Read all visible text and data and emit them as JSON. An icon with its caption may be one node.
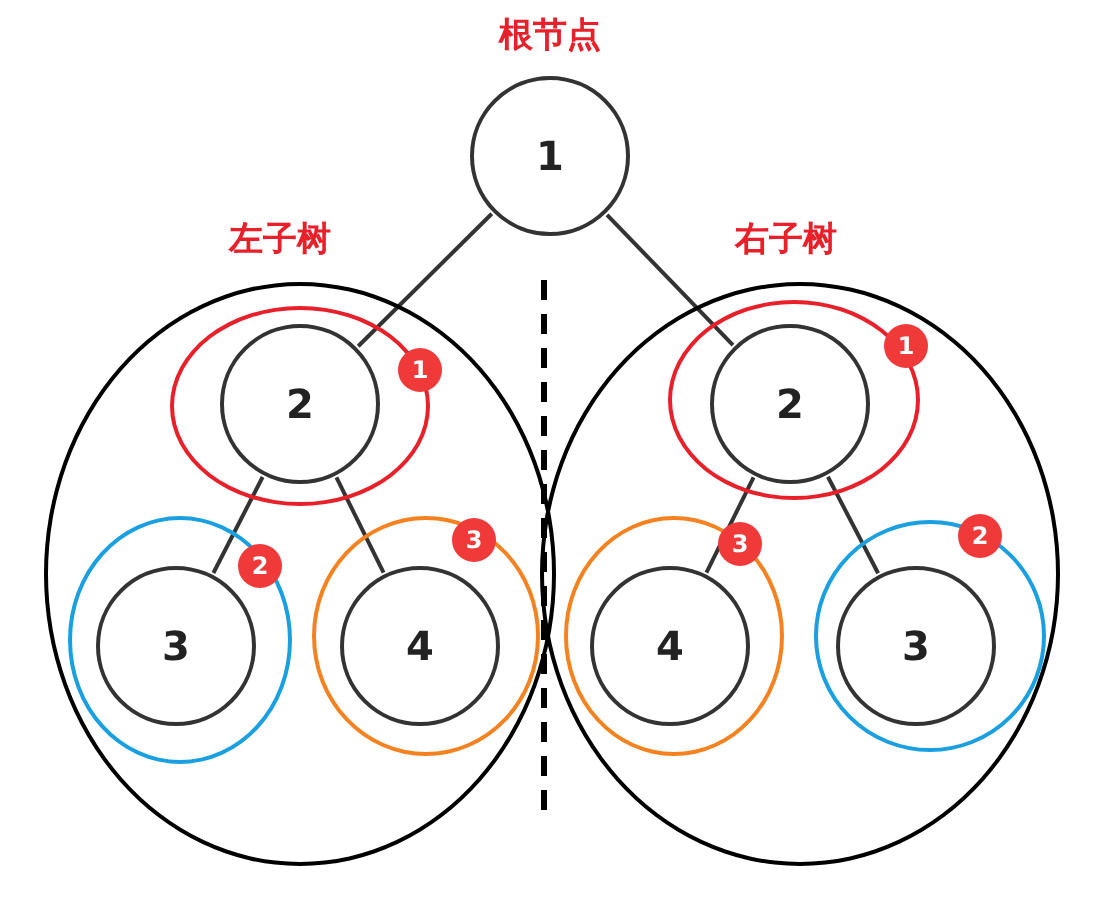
{
  "diagram": {
    "nodes": [
      {
        "text": [
          "1"
        ],
        "beside": [
          "根节点"
        ]
      },
      {
        "text": [
          "左子树"
        ]
      },
      {
        "text": [],
        "shape": "ellipse",
        "in": 1
      },
      {
        "text": [
          "2"
        ],
        "in": 2
      },
      {
        "text": [],
        "shape": "ellipse",
        "in": 1
      },
      {
        "text": [
          "3"
        ],
        "in": 4
      },
      {
        "text": [],
        "shape": "ellipse",
        "in": 1
      },
      {
        "text": [
          "4"
        ],
        "in": 6
      },
      {
        "text": [
          "1"
        ],
        "in": 1
      },
      {
        "text": [
          "2"
        ],
        "in": 4
      },
      {
        "text": [
          "3"
        ],
        "in": 6
      },
      {
        "text": [
          "右子树"
        ]
      },
      {
        "text": [],
        "shape": "ellipse",
        "in": 11
      },
      {
        "text": [
          "2"
        ],
        "in": 12
      },
      {
        "text": [],
        "shape": "ellipse",
        "in": 11
      },
      {
        "text": [
          "4"
        ],
        "in": 14
      },
      {
        "text": [],
        "shape": "ellipse",
        "in": 11
      },
      {
        "text": [
          "3"
        ],
        "in": 16
      },
      {
        "text": [
          "1"
        ],
        "in": 11
      },
      {
        "text": [
          "3"
        ],
        "in": 14
      },
      {
        "text": [
          "2"
        ],
        "in": 11
      }
    ],
    "edges": [
      {
        "from": 0,
        "to": 3,
        "arrow": "none"
      },
      {
        "from": 0,
        "to": 13,
        "arrow": "none"
      },
      {
        "from": 3,
        "to": 5,
        "arrow": "none"
      },
      {
        "from": 3,
        "to": 7,
        "arrow": "none"
      },
      {
        "from": 13,
        "to": 15,
        "arrow": "none"
      },
      {
        "from": 13,
        "to": 17,
        "arrow": "none"
      }
    ]
  }
}
